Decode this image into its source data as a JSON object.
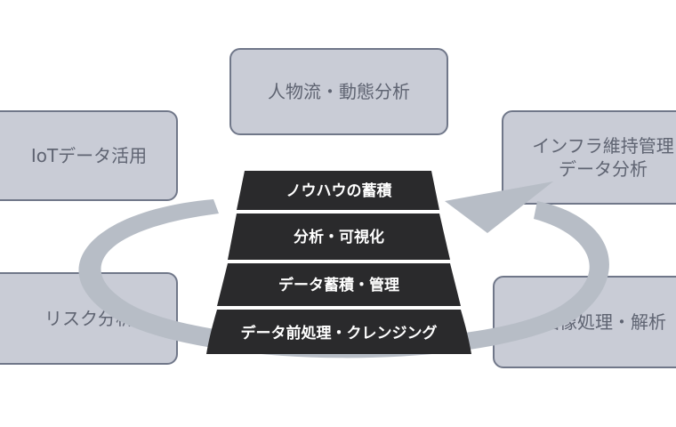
{
  "outer_boxes": {
    "top": "人物流・動態分析",
    "left_top": "IoTデータ活用",
    "right_top_line1": "インフラ維持管理",
    "right_top_line2": "データ分析",
    "left_bottom": "リスク分析",
    "right_bottom": "画像処理・解析"
  },
  "pyramid": {
    "layer1": "ノウハウの蓄積",
    "layer2": "分析・可視化",
    "layer3": "データ蓄積・管理",
    "layer4": "データ前処理・クレンジング"
  },
  "colors": {
    "box_fill": "#c9ccd6",
    "box_border": "#707789",
    "box_text": "#5f6472",
    "arrow": "#b7bdc6",
    "pyramid": "#2a2a2c"
  }
}
